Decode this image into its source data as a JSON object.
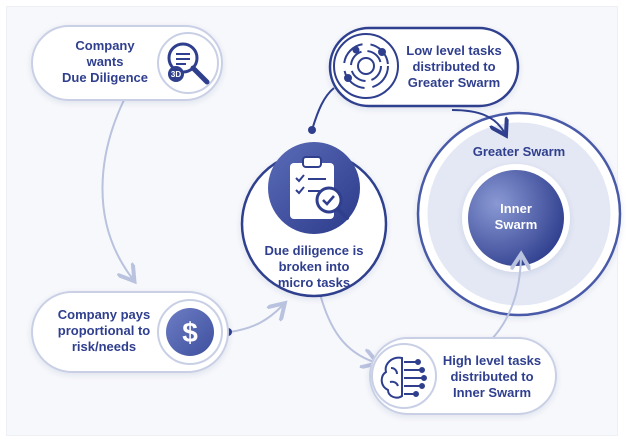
{
  "nodes": {
    "company_wants": {
      "text": "Company\nwants\nDue Diligence",
      "icon": "search-3d-icon"
    },
    "low_level": {
      "text": "Low level tasks\ndistributed to\nGreater Swarm",
      "icon": "orbit-icon"
    },
    "due_diligence": {
      "text": "Due diligence is\nbroken into\nmicro tasks",
      "icon": "clipboard-check-icon"
    },
    "greater_swarm": {
      "text": "Greater Swarm"
    },
    "inner_swarm": {
      "text": "Inner\nSwarm"
    },
    "company_pays": {
      "text": "Company pays\nproportional to\nrisk/needs",
      "icon": "dollar-coin-icon"
    },
    "high_level": {
      "text": "High level tasks\ndistributed to\nInner Swarm",
      "icon": "brain-circuit-icon"
    }
  },
  "icon_text": {
    "search_badge": "3D",
    "dollar": "$"
  },
  "colors": {
    "primary": "#2f3f8e",
    "node_border": "#c9d0e6",
    "connector": "#b9c2de",
    "swarm_fill": "#e4e8f4",
    "inner_light": "#7f8fcc",
    "inner_dark": "#2b3a8a"
  }
}
